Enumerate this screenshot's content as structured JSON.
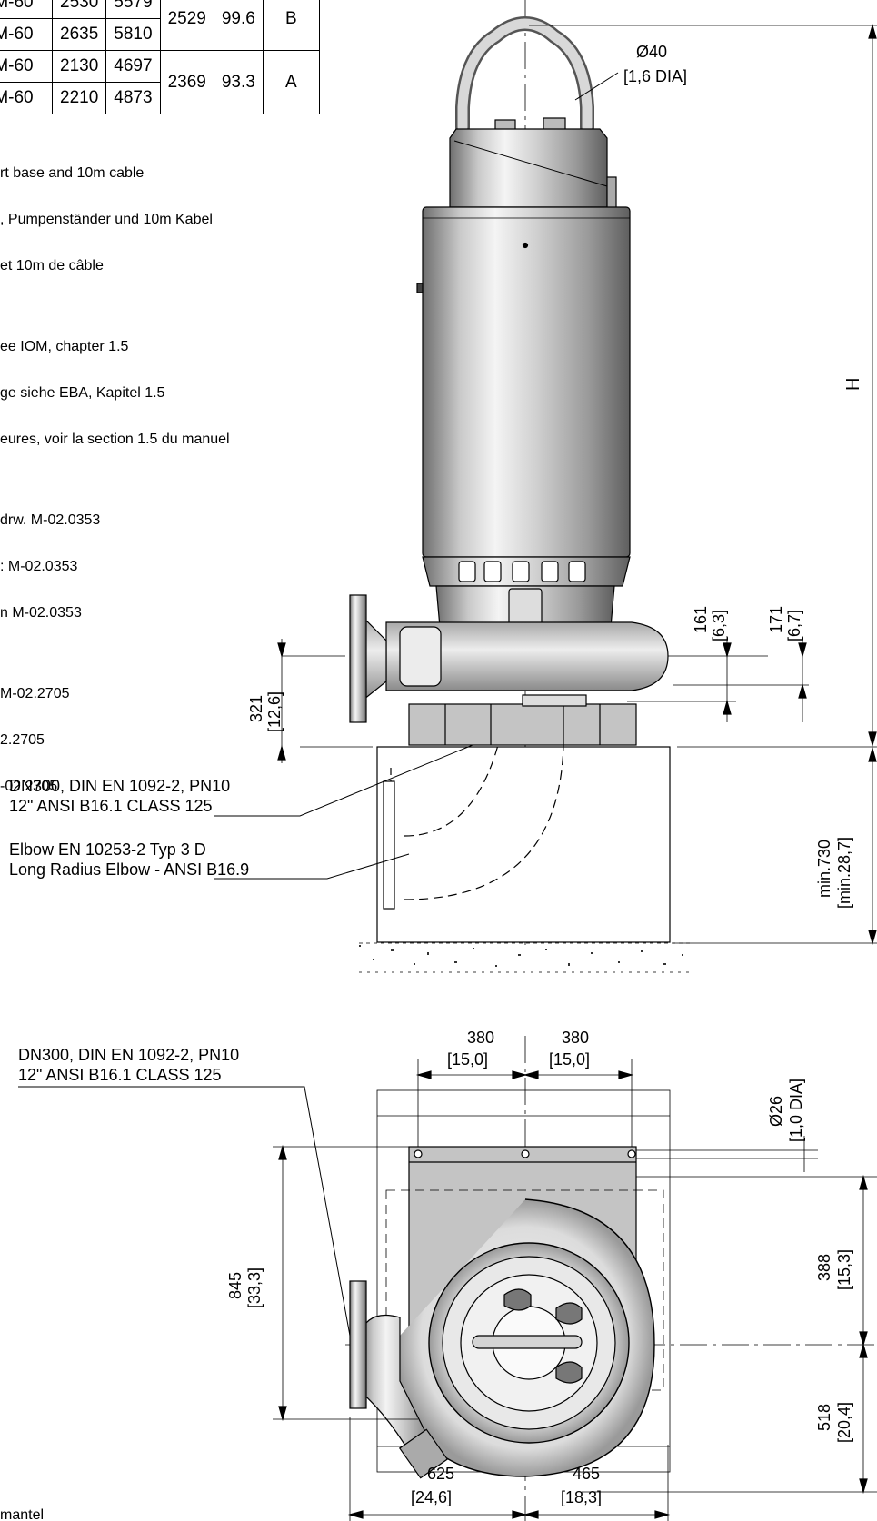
{
  "table": {
    "rows": [
      [
        "-M-60",
        "2530",
        "5579"
      ],
      [
        "-M-60",
        "2635",
        "5810"
      ],
      [
        "-M-60",
        "2130",
        "4697"
      ],
      [
        "-M-60",
        "2210",
        "4873"
      ]
    ],
    "groups": [
      [
        "2529",
        "99.6",
        "B"
      ],
      [
        "2369",
        "93.3",
        "A"
      ]
    ]
  },
  "notes": [
    [
      "rt base and 10m cable",
      ", Pumpenständer und 10m Kabel",
      "et 10m de câble"
    ],
    [
      "ee IOM, chapter 1.5",
      "ge siehe EBA, Kapitel 1.5",
      "eures, voir la section 1.5 du manuel"
    ],
    [
      "drw. M-02.0353",
      ": M-02.0353",
      "n M-02.0353"
    ],
    [
      "M-02.2705",
      "2.2705",
      "-02.2705"
    ]
  ],
  "bottom_fragment": "mantel",
  "side_view": {
    "cable_dia": "Ø40",
    "cable_dia_in": "[1,6 DIA]",
    "height_label": "H",
    "dim_161": "161",
    "dim_161_in": "[6,3]",
    "dim_171": "171",
    "dim_171_in": "[6,7]",
    "dim_321": "321",
    "dim_321_in": "[12,6]",
    "dim_730": "min.730",
    "dim_730_in": "[min.28,7]",
    "flange_line1": "DN300, DIN EN 1092-2, PN10",
    "flange_line2": "12\" ANSI B16.1 CLASS 125",
    "elbow_line1": "Elbow EN 10253-2 Typ 3 D",
    "elbow_line2": "Long Radius Elbow - ANSI B16.9"
  },
  "top_view": {
    "flange_line1": "DN300, DIN EN 1092-2, PN10",
    "flange_line2": "12\" ANSI B16.1 CLASS 125",
    "dim_380a": "380",
    "dim_380a_in": "[15,0]",
    "dim_380b": "380",
    "dim_380b_in": "[15,0]",
    "bolt_dia": "Ø26",
    "bolt_dia_in": "[1,0 DIA]",
    "dim_845": "845",
    "dim_845_in": "[33,3]",
    "dim_388": "388",
    "dim_388_in": "[15,3]",
    "dim_518": "518",
    "dim_518_in": "[20,4]",
    "dim_625": "625",
    "dim_625_in": "[24,6]",
    "dim_465": "465",
    "dim_465_in": "[18,3]"
  },
  "colors": {
    "line": "#000000",
    "metal_dark": "#8c8c8c",
    "metal_light": "#e6e6e6",
    "base_gray": "#c4c4c4"
  }
}
